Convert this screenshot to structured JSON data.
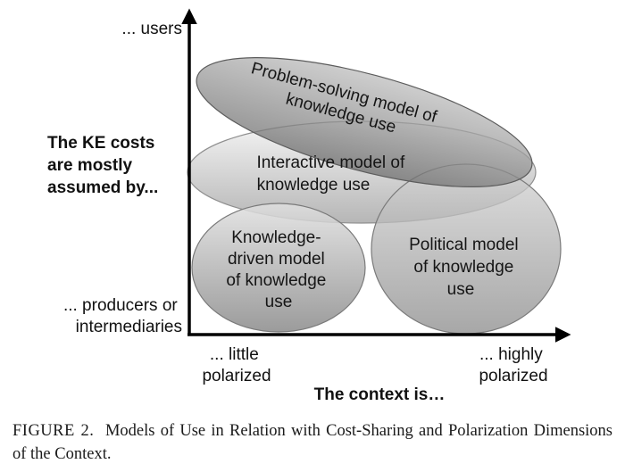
{
  "diagram": {
    "y_axis": {
      "title_lines": [
        "The KE costs",
        "are mostly",
        "assumed by..."
      ],
      "top_label": "... users",
      "bottom_label_lines": [
        "... producers or",
        "intermediaries"
      ]
    },
    "x_axis": {
      "title": "The context is…",
      "left_label_lines": [
        "... little",
        "polarized"
      ],
      "right_label_lines": [
        "... highly",
        "polarized"
      ]
    },
    "models": [
      {
        "id": "problem-solving",
        "label_lines": [
          "Problem-solving model of",
          "knowledge use"
        ]
      },
      {
        "id": "interactive",
        "label_lines": [
          "Interactive model of",
          "knowledge use"
        ]
      },
      {
        "id": "knowledge-driven",
        "label_lines": [
          "Knowledge-",
          "driven model",
          "of knowledge",
          "use"
        ]
      },
      {
        "id": "political",
        "label_lines": [
          "Political model",
          "of knowledge",
          "use"
        ]
      }
    ]
  },
  "caption": {
    "figure_label": "FIGURE 2.",
    "text": "Models of Use in Relation with Cost-Sharing and Polarization Dimensions of the Context."
  }
}
